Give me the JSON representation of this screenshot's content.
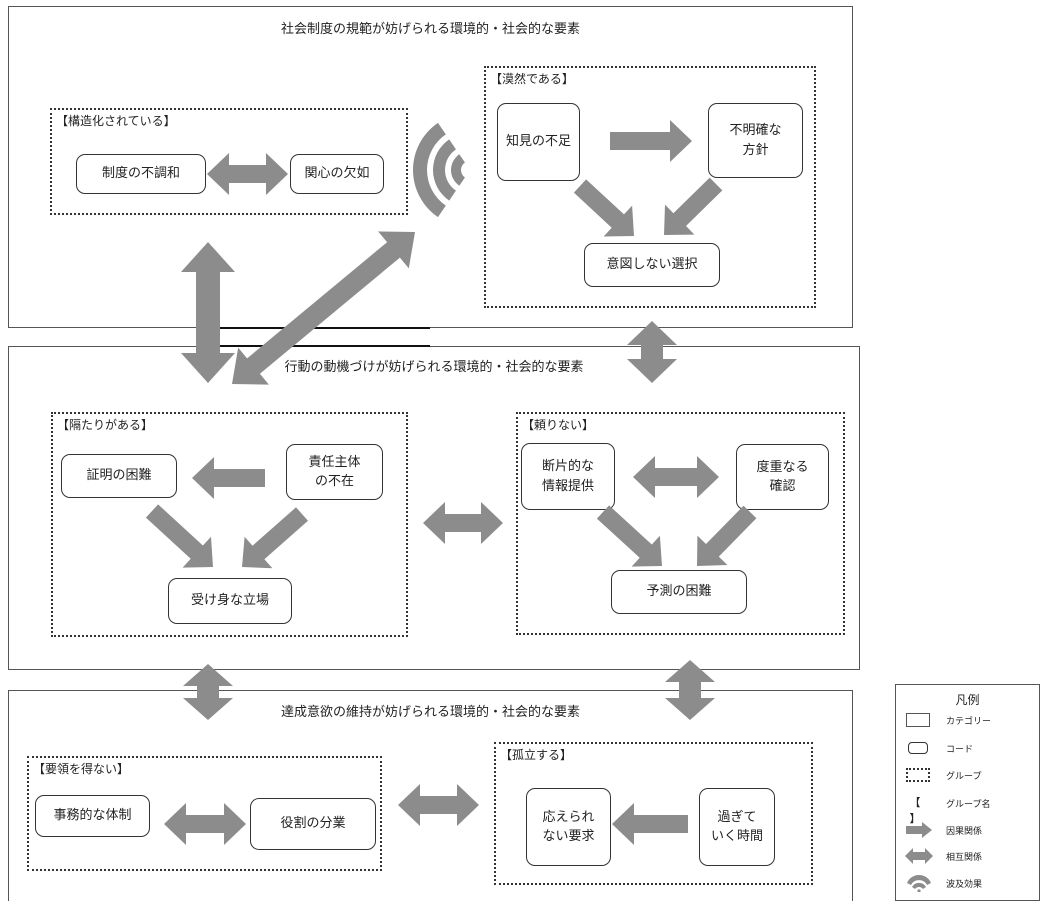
{
  "categories": {
    "top": {
      "title": "社会制度の規範が妨げられる環境的・社会的な要素"
    },
    "middle": {
      "title": "行動の動機づけが妨げられる環境的・社会的な要素"
    },
    "bottom": {
      "title": "達成意欲の維持が妨げられる環境的・社会的な要素"
    }
  },
  "groups": {
    "structured": {
      "title": "【構造化されている】",
      "codes": {
        "a": "制度の不調和",
        "b": "関心の欠如"
      }
    },
    "vague": {
      "title": "【漠然である】",
      "codes": {
        "a": "知見の不足",
        "b": "不明確な\n方針",
        "c": "意図しない選択"
      }
    },
    "gap": {
      "title": "【隔たりがある】",
      "codes": {
        "a": "証明の困難",
        "b": "責任主体\nの不在",
        "c": "受け身な立場"
      }
    },
    "unreliable": {
      "title": "【頼りない】",
      "codes": {
        "a": "断片的な\n情報提供",
        "b": "度重なる\n確認",
        "c": "予測の困難"
      }
    },
    "pointless": {
      "title": "【要領を得ない】",
      "codes": {
        "a": "事務的な体制",
        "b": "役割の分業"
      }
    },
    "isolated": {
      "title": "【孤立する】",
      "codes": {
        "a": "応えられ\nない要求",
        "b": "過ぎて\nいく時間"
      }
    }
  },
  "legend": {
    "title": "凡例",
    "items": {
      "category": "カテゴリー",
      "code": "コード",
      "group": "グループ",
      "group_name": "グループ名",
      "causal": "因果関係",
      "mutual": "相互関係",
      "ripple": "波及効果"
    },
    "bracket_symbol": "【 】"
  },
  "colors": {
    "arrow": "#8c8c8c",
    "border": "#333333"
  }
}
